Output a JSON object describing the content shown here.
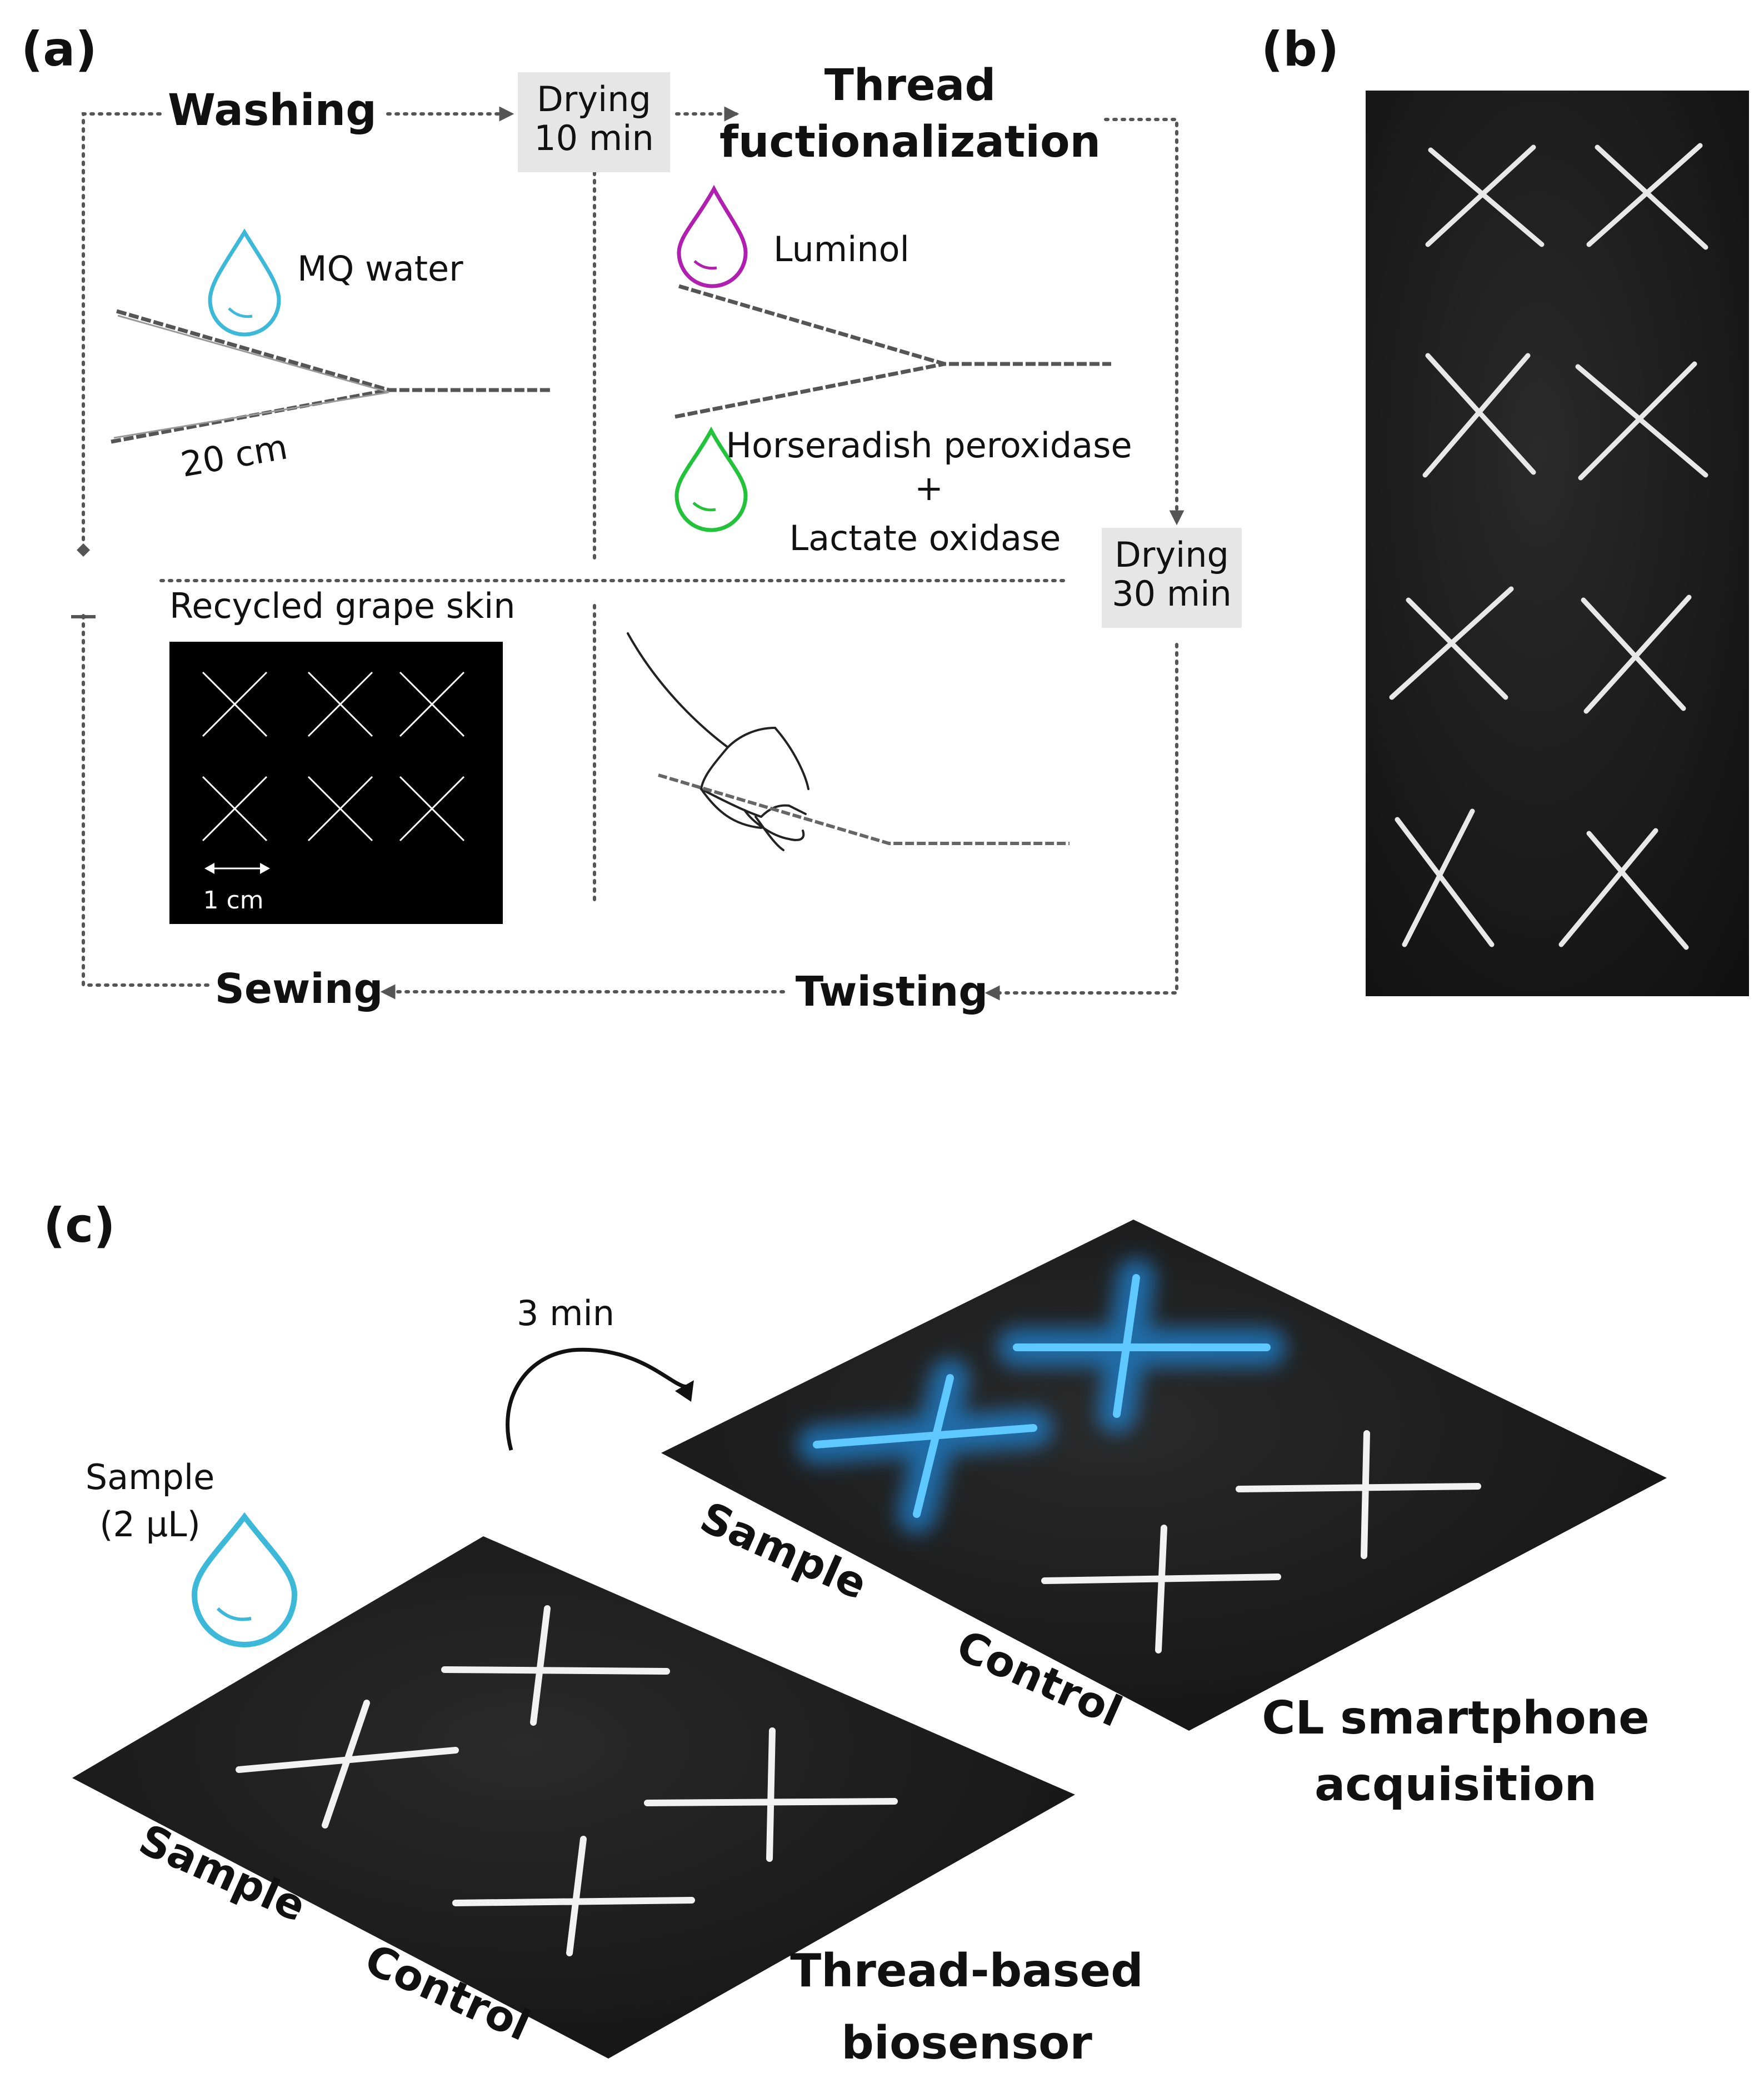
{
  "panels": {
    "a": "(a)",
    "b": "(b)",
    "c": "(c)"
  },
  "panel_a": {
    "steps": {
      "washing": "Washing",
      "drying1": [
        "Drying",
        "10 min"
      ],
      "thread_func": [
        "Thread",
        "fuctionalization"
      ],
      "drying2": [
        "Drying",
        "30 min"
      ],
      "twisting": "Twisting",
      "sewing": "Sewing"
    },
    "reagents": {
      "water": "MQ water",
      "luminol": "Luminol",
      "enzymes": [
        "Horseradish peroxidase",
        "+",
        "Lactate oxidase"
      ]
    },
    "thread_length": "20 cm",
    "substrate": "Recycled grape skin",
    "scale": "1 cm"
  },
  "panel_c": {
    "sample": [
      "Sample",
      "(2 µL)"
    ],
    "time": "3 min",
    "labels": {
      "sample": "Sample",
      "control": "Control"
    },
    "captions": {
      "left": [
        "Thread-based",
        "biosensor"
      ],
      "right": [
        "CL smartphone",
        "acquisition"
      ]
    }
  },
  "colors": {
    "water_drop": "#3cb8d8",
    "luminol_drop": "#b01fb0",
    "enzyme_drop": "#22c33a",
    "chemiluminescence": "#1e9bff",
    "fabric": "#1a1a1a",
    "drying_box": "#e6e6e6"
  }
}
